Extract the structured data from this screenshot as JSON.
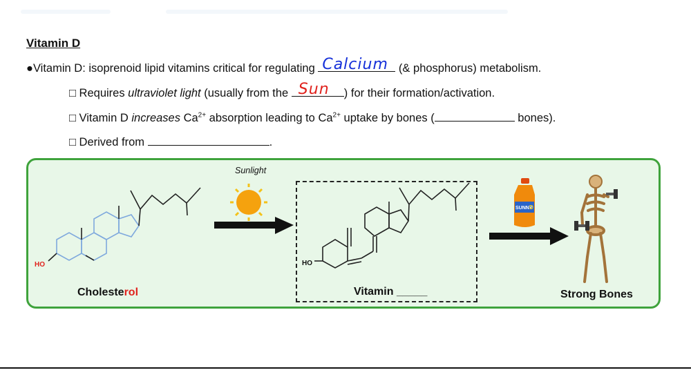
{
  "heading": "Vitamin D",
  "line1": {
    "bullet": "●",
    "pre": "Vitamin D: isoprenoid lipid vitamins critical for regulating ",
    "handwritten": "Calcium",
    "post": " (& phosphorus) metabolism."
  },
  "line2": {
    "box": "□",
    "pre": " Requires ",
    "italic": "ultraviolet light",
    "mid": " (usually from the ",
    "handwritten": "Sun",
    "post": ") for their formation/activation."
  },
  "line3": {
    "box": "□",
    "pre": " Vitamin D  ",
    "italic": "increases",
    "a": " Ca",
    "sup1": "2+",
    "b": " absorption leading to Ca",
    "sup2": "2+",
    "c": " uptake by bones (",
    "post": " bones)."
  },
  "line4": {
    "box": "□",
    "pre": " Derived from ",
    "post": "."
  },
  "diagram": {
    "sunlight_label": "Sunlight",
    "cholesterol_label_a": "Choleste",
    "cholesterol_label_b": "rol",
    "vitamin_label": "Vitamin _____",
    "bones_label": "Strong Bones",
    "ho1": "HO",
    "ho2": "HO",
    "bottle_text_a": "SUNNY",
    "bottle_text_b": "D"
  },
  "colors": {
    "panel_border": "#3fa33c",
    "panel_fill": "#e8f7e8",
    "ring_blue": "#7fa9dd",
    "hydroxyl_red": "#e0221d",
    "handwriting_blue": "#1530d9"
  }
}
